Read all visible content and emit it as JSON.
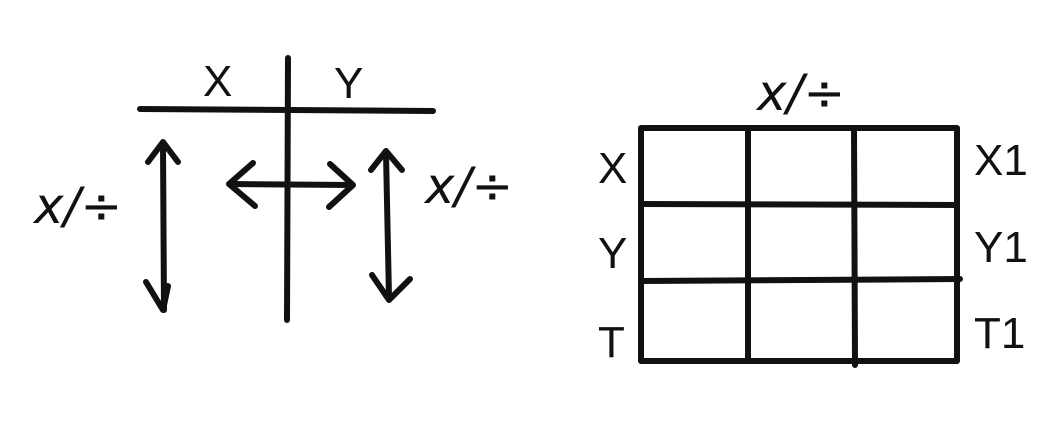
{
  "left_diagram": {
    "col_header_left": "X",
    "col_header_right": "Y",
    "op_left": "x/÷",
    "op_right": "x/÷"
  },
  "right_diagram": {
    "top_op": "x/÷",
    "row_labels_left": [
      "X",
      "Y",
      "T"
    ],
    "row_labels_right": [
      "X1",
      "Y1",
      "T1"
    ],
    "grid_rows": 3,
    "grid_cols": 3
  },
  "colors": {
    "ink": "#111111",
    "background": "#ffffff"
  }
}
